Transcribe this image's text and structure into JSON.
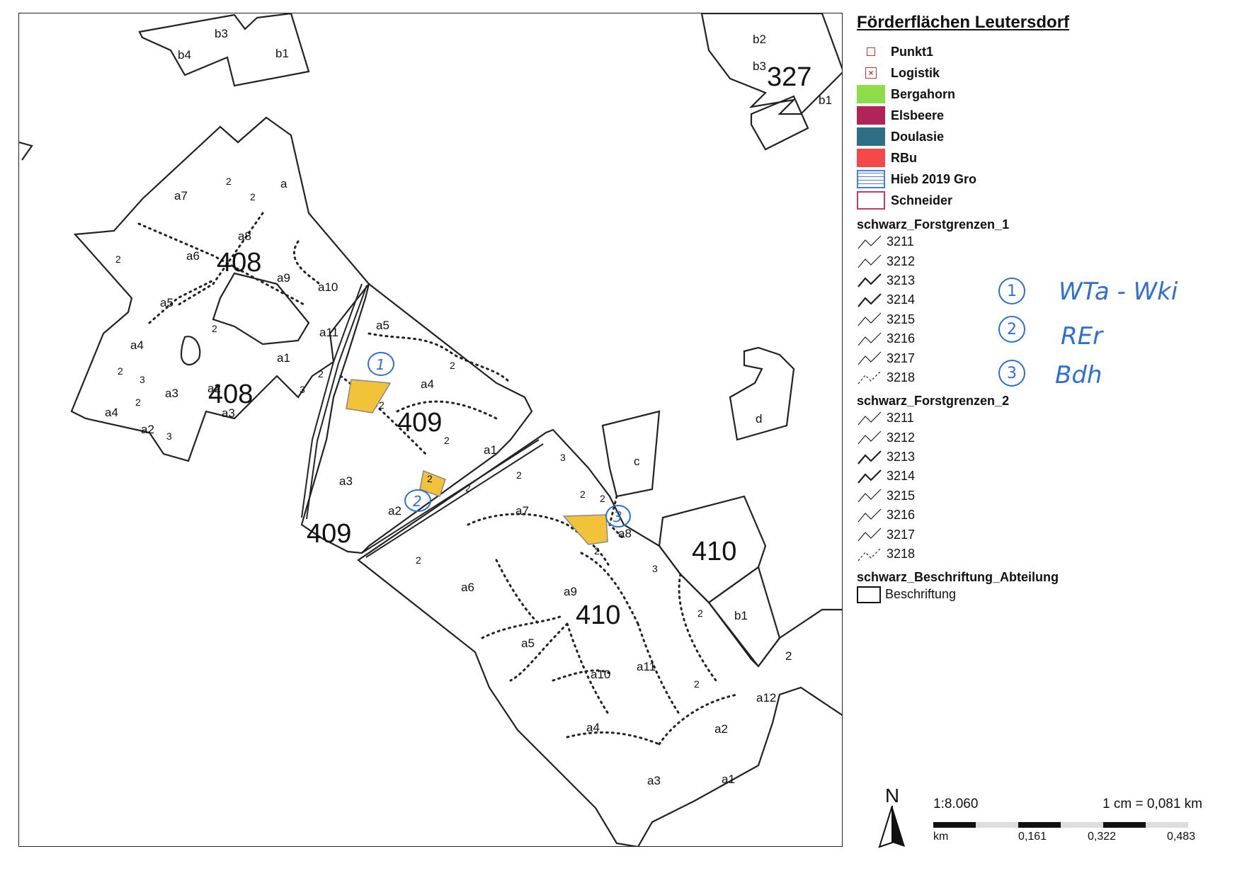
{
  "legend": {
    "title": "Förderflächen Leutersdorf",
    "items": [
      {
        "label": "Punkt1",
        "icon": "square-outline-icon",
        "color": "#c0392b"
      },
      {
        "label": "Logistik",
        "icon": "boxed-x-icon",
        "color": "#c0392b"
      },
      {
        "label": "Bergahorn",
        "icon": "fill-swatch-icon",
        "color": "#8ddc4b"
      },
      {
        "label": "Elsbeere",
        "icon": "fill-swatch-icon",
        "color": "#b0245a"
      },
      {
        "label": "Doulasie",
        "icon": "fill-swatch-icon",
        "color": "#2e6f86"
      },
      {
        "label": "RBu",
        "icon": "fill-swatch-icon",
        "color": "#f54848"
      },
      {
        "label": "Hieb 2019 Gro",
        "icon": "hatched-box-icon",
        "color": "#4a7dd6"
      },
      {
        "label": "Schneider",
        "icon": "outline-box-icon",
        "color": "#c03a6a"
      }
    ],
    "group1": {
      "title": "schwarz_Forstgrenzen_1",
      "codes": [
        "3211",
        "3212",
        "3213",
        "3214",
        "3215",
        "3216",
        "3217",
        "3218"
      ]
    },
    "group2": {
      "title": "schwarz_Forstgrenzen_2",
      "codes": [
        "3211",
        "3212",
        "3213",
        "3214",
        "3215",
        "3216",
        "3217",
        "3218"
      ]
    },
    "group3": {
      "title": "schwarz_Beschriftung_Abteilung",
      "label": "Beschriftung"
    }
  },
  "annotations": [
    {
      "num": "1",
      "text": "WTa - Wki"
    },
    {
      "num": "2",
      "text": "REr"
    },
    {
      "num": "3",
      "text": "Bdh"
    }
  ],
  "map_markers": {
    "one": "1",
    "two": "2",
    "three": "3"
  },
  "map_labels": {
    "d327": "327",
    "d408a": "408",
    "d408b": "408",
    "d409a": "409",
    "d409b": "409",
    "d410a": "410",
    "d410b": "410"
  },
  "north": "N",
  "scale": {
    "ratio": "1:8.060",
    "equiv": "1 cm = 0,081 km",
    "ticks": [
      "km",
      "0,161",
      "0,322",
      "0,483"
    ]
  },
  "highlight_color": "#f2c338"
}
